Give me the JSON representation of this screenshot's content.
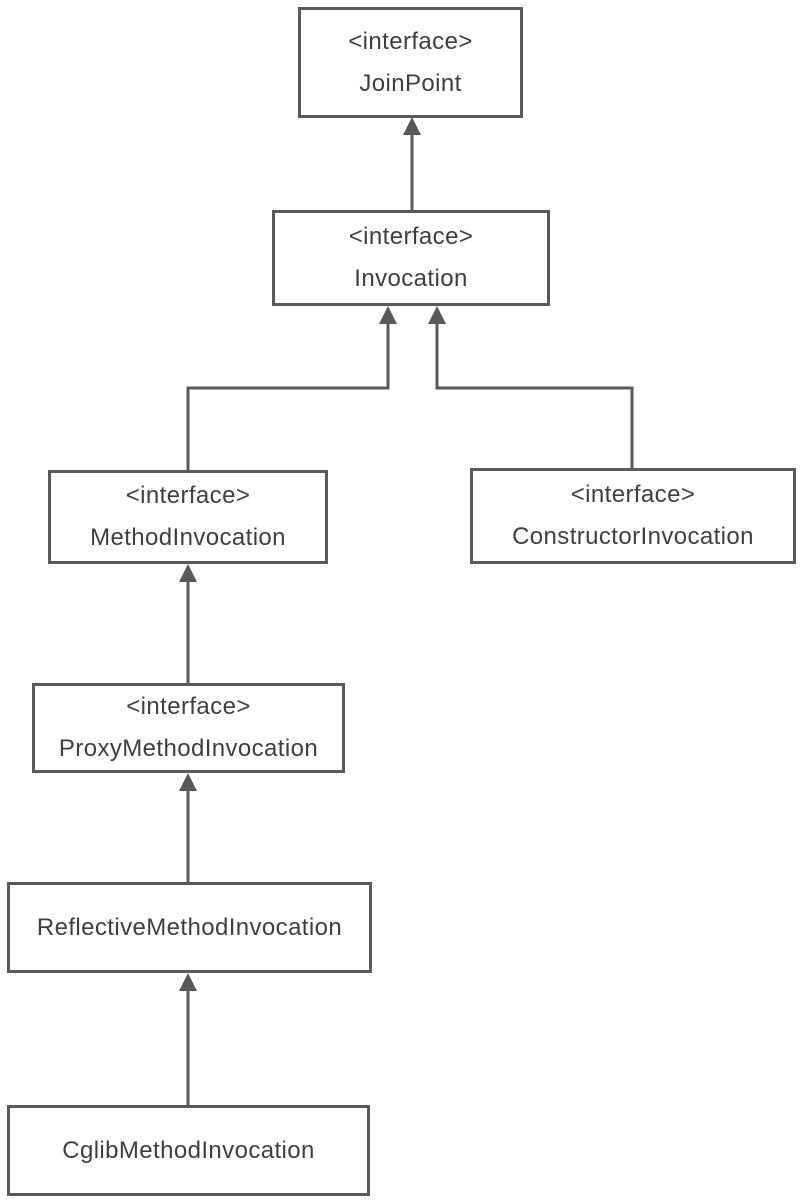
{
  "diagram": {
    "kind": "class-hierarchy",
    "colors": {
      "background": "#ffffff",
      "box_fill": "#ffffff",
      "line": "#595959",
      "text": "#3f3f3f"
    },
    "arrow_style": "filled-triangle-up",
    "nodes": [
      {
        "stereotype": "<interface>",
        "name": "JoinPoint"
      },
      {
        "stereotype": "<interface>",
        "name": "Invocation"
      },
      {
        "stereotype": "<interface>",
        "name": "MethodInvocation"
      },
      {
        "stereotype": "<interface>",
        "name": "ConstructorInvocation"
      },
      {
        "stereotype": "<interface>",
        "name": "ProxyMethodInvocation"
      },
      {
        "name": "ReflectiveMethodInvocation"
      },
      {
        "name": "CglibMethodInvocation"
      }
    ],
    "edges": [
      {
        "from": "Invocation",
        "to": "JoinPoint"
      },
      {
        "from": "MethodInvocation",
        "to": "Invocation"
      },
      {
        "from": "ConstructorInvocation",
        "to": "Invocation"
      },
      {
        "from": "ProxyMethodInvocation",
        "to": "MethodInvocation"
      },
      {
        "from": "ReflectiveMethodInvocation",
        "to": "ProxyMethodInvocation"
      },
      {
        "from": "CglibMethodInvocation",
        "to": "ReflectiveMethodInvocation"
      }
    ]
  }
}
